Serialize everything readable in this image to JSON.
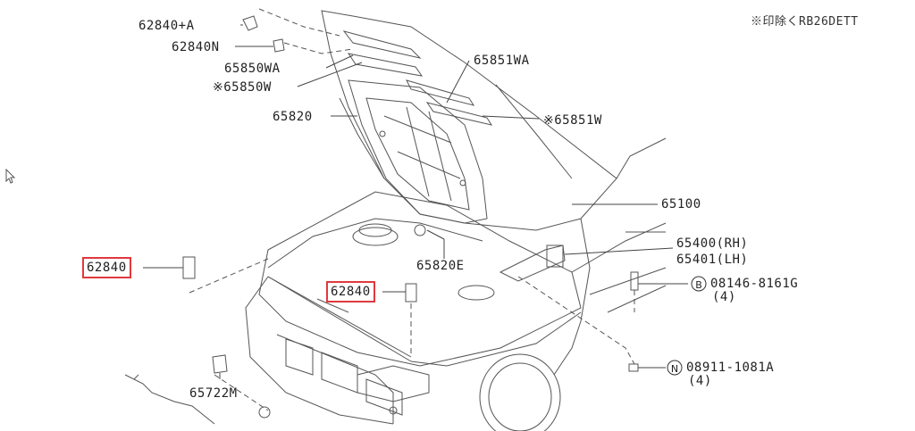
{
  "note": "※印除くRB26DETT",
  "labels": {
    "l62840a": "62840+A",
    "l62840n": "62840N",
    "l65850wa": "65850WA",
    "l65850w": "※65850W",
    "l65820": "65820",
    "l65851wa": "65851WA",
    "l65851w": "※65851W",
    "l65100": "65100",
    "l65400": "65400(RH)",
    "l65401": "65401(LH)",
    "l65820e": "65820E",
    "l62840left": "62840",
    "l62840center": "62840",
    "l08146": "08146-8161G",
    "l08146qty": "(4)",
    "l08911": "08911-1081A",
    "l08911qty": "(4)",
    "l65722m": "65722M"
  },
  "markers": {
    "bolt_symbol": "B",
    "nut_symbol": "N"
  },
  "highlight_color": "#e0393e"
}
